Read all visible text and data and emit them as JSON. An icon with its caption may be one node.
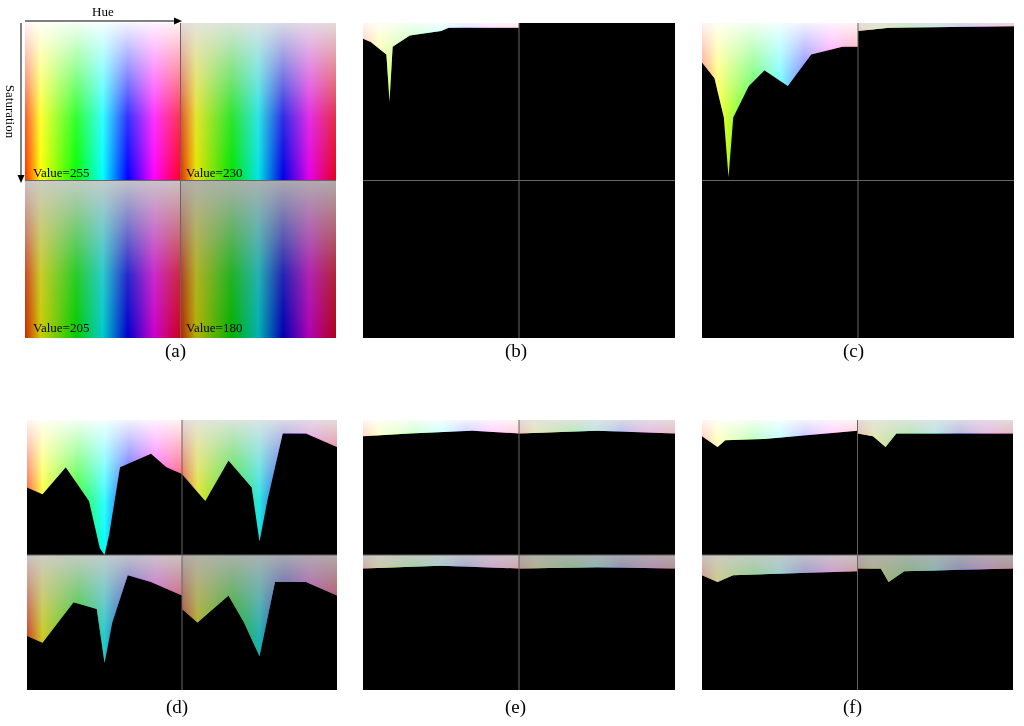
{
  "diagram": {
    "labels": [
      "Hue",
      "Saturation",
      "Value=255",
      "Value=230",
      "Value=205",
      "Value=180",
      "(a)",
      "(b)",
      "(c)",
      "(d)",
      "(e)",
      "(f)"
    ]
  }
}
